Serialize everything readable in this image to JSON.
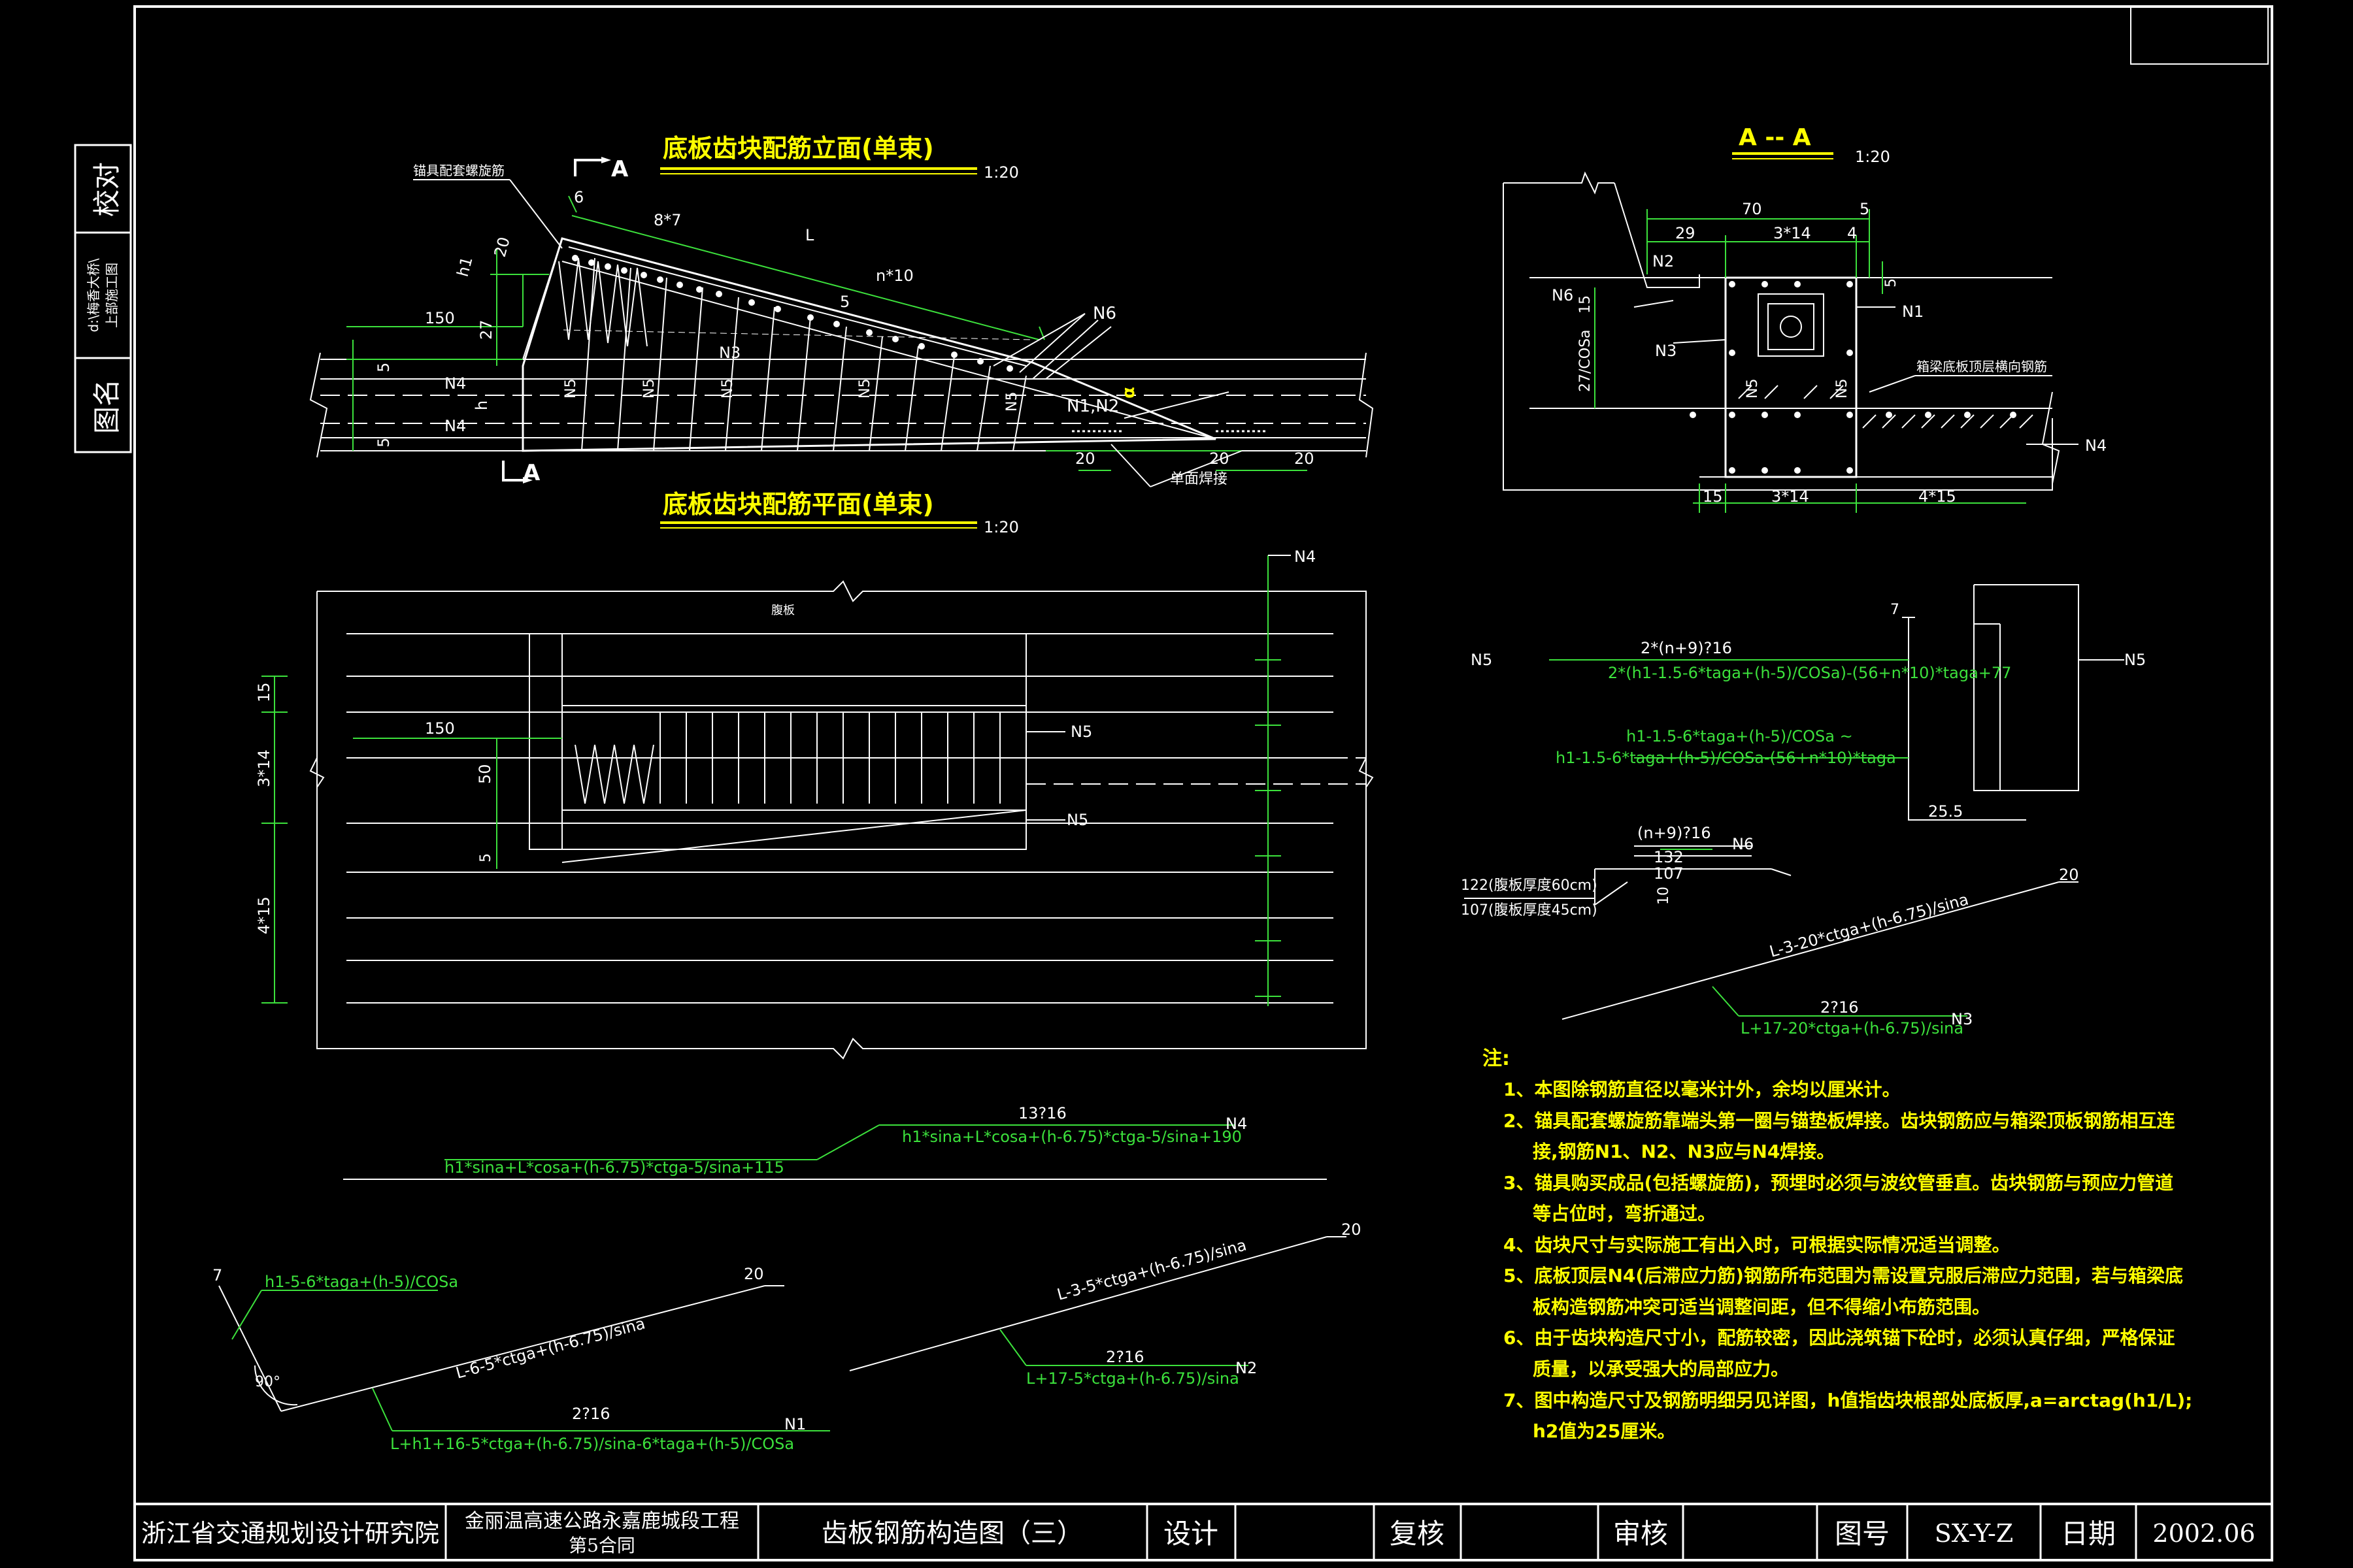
{
  "colors": {
    "background": "#000000",
    "frame": "#ffffff",
    "dimension": "#3ce13c",
    "title": "#ffff00"
  },
  "side_labels": {
    "check": "校对",
    "drawing_name": "图名",
    "path_line1": "d:\\梅香大桥\\",
    "path_line2": "上部施工图"
  },
  "elevation": {
    "title": "底板齿块配筋立面(单束)",
    "scale": "1:20",
    "section_mark": "A",
    "spiral_label": "锚具配套螺旋筋",
    "dims": {
      "d6": "6",
      "d8x7": "8*7",
      "L": "L",
      "n10": "n*10",
      "h1": "h1",
      "d20": "20",
      "d27": "27",
      "d150": "150",
      "d5a": "5",
      "d5b": "5",
      "h": "h",
      "d5c": "5",
      "d20b": "20",
      "d20c": "20",
      "d20d": "20",
      "alpha": "α"
    },
    "bars": {
      "N4a": "N4",
      "N4b": "N4",
      "N6": "N6",
      "N1N2": "N1,N2",
      "N3": "N3",
      "N5a": "N5",
      "N5b": "N5",
      "N5c": "N5",
      "N5d": "N5",
      "N5e": "N5"
    },
    "weld": "单面焊接"
  },
  "section_aa": {
    "title": "A -- A",
    "scale": "1:20",
    "dims": {
      "d70": "70",
      "d5": "5",
      "d29": "29",
      "d3x14": "3*14",
      "d4": "4",
      "d5b": "5",
      "d15": "15",
      "d27cos": "27/COSa",
      "d15b": "15",
      "d3x14b": "3*14",
      "d4x15": "4*15"
    },
    "bars": {
      "N2": "N2",
      "N6": "N6",
      "N1": "N1",
      "N3": "N3",
      "N5a": "N5",
      "N5b": "N5",
      "N4": "N4"
    },
    "note": "箱梁底板顶层横向钢筋"
  },
  "plan": {
    "title": "底板齿块配筋平面(单束)",
    "scale": "1:20",
    "web_label": "腹板",
    "dims": {
      "d15": "15",
      "d3x14": "3*14",
      "d4x15": "4*15",
      "d150": "150",
      "d50": "50",
      "d5": "5"
    },
    "bars": {
      "N4": "N4",
      "N5a": "N5",
      "N5b": "N5"
    }
  },
  "bar_shapes": {
    "n5": {
      "count": "2*(n+9)?16",
      "formula": "2*(h1-1.5-6*taga+(h-5)/COSa)-(56+n*10)*taga+77",
      "range1": "h1-1.5-6*taga+(h-5)/COSa ~",
      "range2": "h1-1.5-6*taga+(h-5)/COSa-(56+n*10)*taga",
      "d7": "7",
      "d25": "25.5",
      "label": "N5",
      "label_left": "N5"
    },
    "n6": {
      "count": "(n+9)?16",
      "label": "N6",
      "v132": "132",
      "v107": "107",
      "row1": "122(腹板厚度60cm)",
      "row2": "107(腹板厚度45cm)",
      "d10": "10"
    },
    "n3": {
      "len": "L-3-20*ctga+(h-6.75)/sina",
      "d20": "20",
      "count": "2?16",
      "label": "N3",
      "total": "L+17-20*ctga+(h-6.75)/sina"
    },
    "n4": {
      "count": "13?16",
      "formula": "h1*sina+L*cosa+(h-6.75)*ctga-5/sina+190",
      "label": "N4",
      "lower": "h1*sina+L*cosa+(h-6.75)*ctga-5/sina+115"
    },
    "n1": {
      "d7": "7",
      "seg1": "h1-5-6*taga+(h-5)/COSa",
      "d20": "20",
      "seg2": "L-6-5*ctga+(h-6.75)/sina",
      "angle": "90°",
      "count": "2?16",
      "label": "N1",
      "total": "L+h1+16-5*ctga+(h-6.75)/sina-6*taga+(h-5)/COSa"
    },
    "n2": {
      "d20": "20",
      "len": "L-3-5*ctga+(h-6.75)/sina",
      "count": "2?16",
      "label": "N2",
      "total": "L+17-5*ctga+(h-6.75)/sina"
    }
  },
  "notes": {
    "heading": "注:",
    "lines": [
      "1、本图除钢筋直径以毫米计外，余均以厘米计。",
      "2、锚具配套螺旋筋靠端头第一圈与锚垫板焊接。齿块钢筋应与箱梁顶板钢筋相互连",
      "接,钢筋N1、N2、N3应与N4焊接。",
      "3、锚具购买成品(包括螺旋筋)，预埋时必须与波纹管垂直。齿块钢筋与预应力管道",
      "等占位时，弯折通过。",
      "4、齿块尺寸与实际施工有出入时，可根据实际情况适当调整。",
      "5、底板顶层N4(后滞应力筋)钢筋所布范围为需设置克服后滞应力范围，若与箱梁底",
      "板构造钢筋冲突可适当调整间距，但不得缩小布筋范围。",
      "6、由于齿块构造尺寸小，配筋较密，因此浇筑锚下砼时，必须认真仔细，严格保证",
      "质量，以承受强大的局部应力。",
      "7、图中构造尺寸及钢筋明细另见详图，h值指齿块根部处底板厚,a=arctag(h1/L);",
      "h2值为25厘米。"
    ]
  },
  "title_block": {
    "company": "浙江省交通规划设计研究院",
    "project1": "金丽温高速公路永嘉鹿城段工程",
    "project2": "第5合同",
    "drawing_title": "齿板钢筋构造图（三）",
    "design": "设计",
    "review": "复核",
    "approve": "审核",
    "drawing_no_label": "图号",
    "drawing_no": "SX-Y-Z",
    "date_label": "日期",
    "date": "2002.06"
  }
}
